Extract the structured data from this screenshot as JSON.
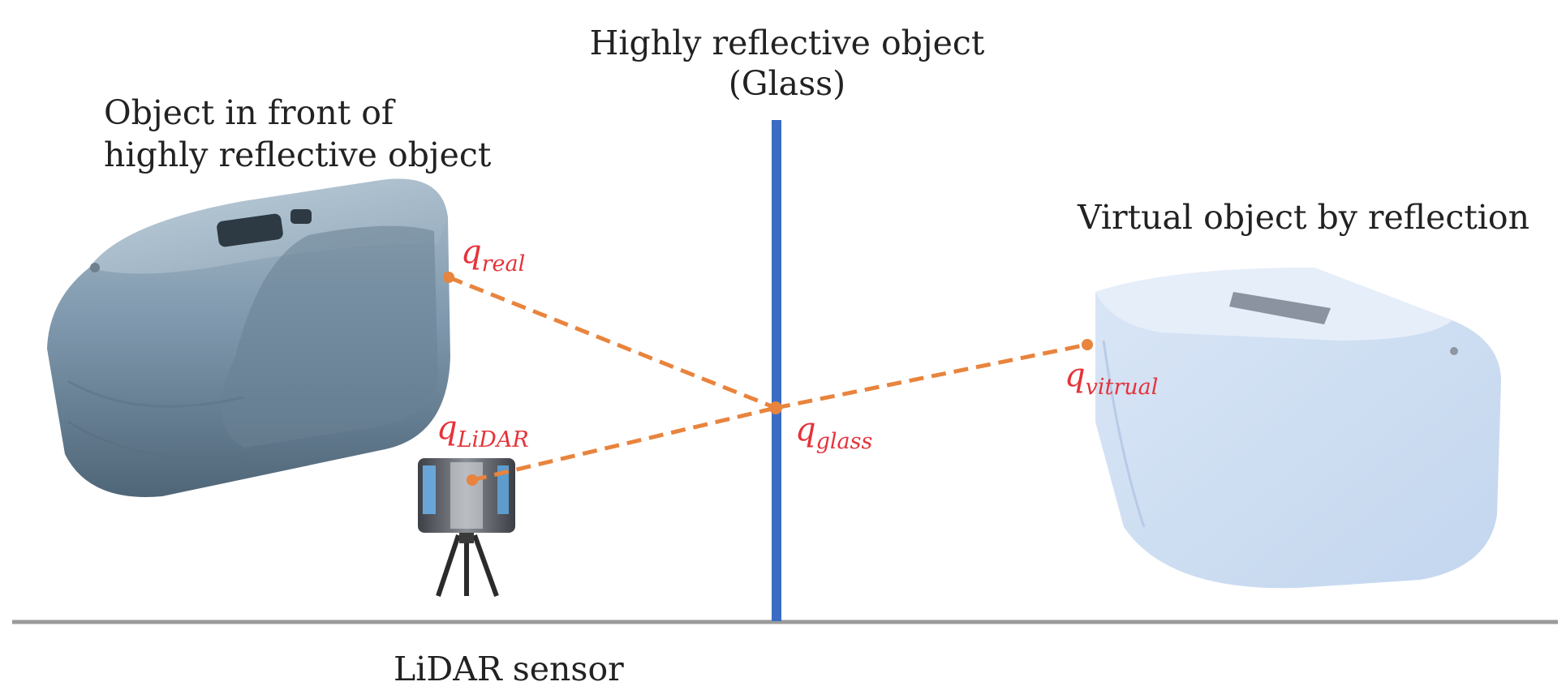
{
  "labels": {
    "reflective_object": "Highly reflective object",
    "glass": "(Glass)",
    "front_object_line1": "Object in front of",
    "front_object_line2": "highly reflective object",
    "virtual_object": "Virtual object by reflection",
    "lidar_sensor": "LiDAR sensor"
  },
  "points": {
    "q_real": {
      "base": "q",
      "sub": "real"
    },
    "q_lidar": {
      "base": "q",
      "sub": "LiDAR"
    },
    "q_glass": {
      "base": "q",
      "sub": "glass"
    },
    "q_virtual": {
      "base": "q",
      "sub": "vitrual"
    }
  },
  "colors": {
    "glass_line": "#3a6cc4",
    "ray": "#e8843d",
    "point_label": "#e5333a",
    "ground": "#9a9a9a"
  }
}
